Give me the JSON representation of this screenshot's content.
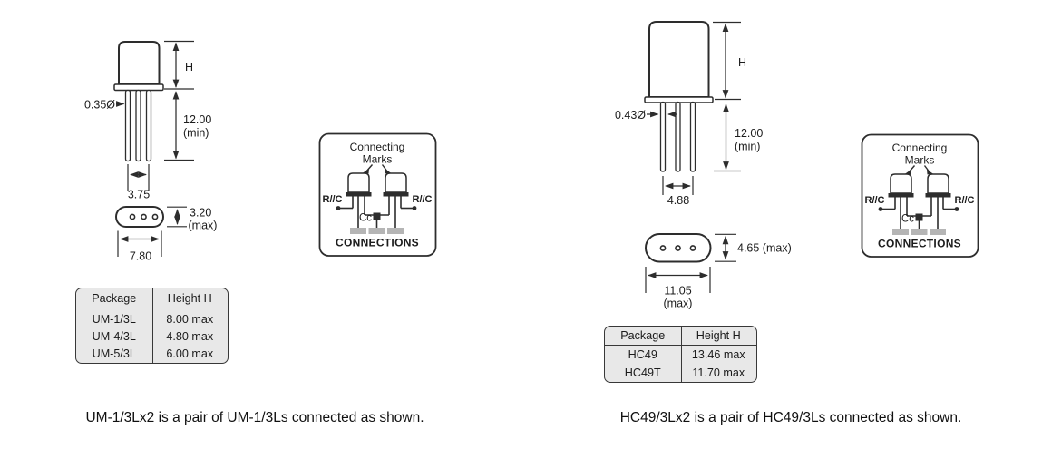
{
  "page": {
    "background": "#ffffff",
    "ink_color": "#2d2d2d",
    "table_fill": "#e8e8e8",
    "pad_fill": "#b5b5b5"
  },
  "left_figure": {
    "dims": {
      "height_label": "H",
      "lead_diameter": "0.35Ø",
      "lead_length_line1": "12.00",
      "lead_length_line2": "(min)",
      "lead_spacing": "3.75",
      "base_height_line1": "3.20",
      "base_height_line2": "(max)",
      "base_width": "7.80"
    },
    "table": {
      "headers": [
        "Package",
        "Height H"
      ],
      "rows": [
        [
          "UM-1/3L",
          "8.00 max"
        ],
        [
          "UM-4/3L",
          "4.80 max"
        ],
        [
          "UM-5/3L",
          "6.00 max"
        ]
      ]
    },
    "caption": "UM-1/3Lx2 is a pair of UM-1/3Ls connected as shown."
  },
  "right_figure": {
    "dims": {
      "height_label": "H",
      "lead_diameter": "0.43Ø",
      "lead_length_line1": "12.00",
      "lead_length_line2": "(min)",
      "lead_spacing": "4.88",
      "base_height": "4.65 (max)",
      "base_width_line1": "11.05",
      "base_width_line2": "(max)"
    },
    "table": {
      "headers": [
        "Package",
        "Height H"
      ],
      "rows": [
        [
          "HC49",
          "13.46 max"
        ],
        [
          "HC49T",
          "11.70 max"
        ]
      ]
    },
    "caption": "HC49/3Lx2 is a pair of HC49/3Ls connected as shown."
  },
  "connections_box": {
    "note_line1": "Connecting",
    "note_line2": "Marks",
    "left_terminal": "R//C",
    "right_terminal": "R//C",
    "capacitor": "Cc",
    "title": "CONNECTIONS"
  }
}
